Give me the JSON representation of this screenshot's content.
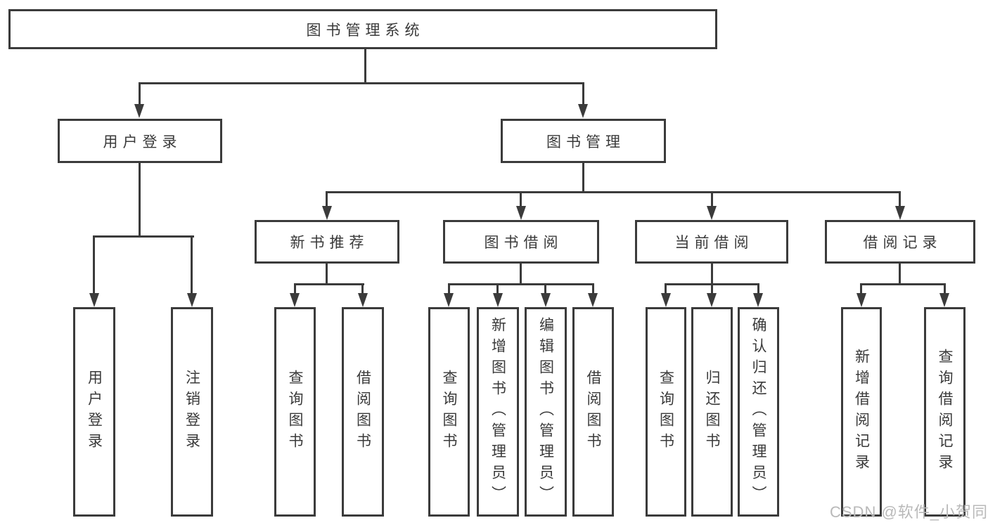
{
  "tree": {
    "root": {
      "label": "图书管理系统",
      "children": [
        {
          "label": "用户登录",
          "children": [
            {
              "label": "用户登录"
            },
            {
              "label": "注销登录"
            }
          ]
        },
        {
          "label": "图书管理",
          "children": [
            {
              "label": "新书推荐",
              "children": [
                {
                  "label": "查询图书"
                },
                {
                  "label": "借阅图书"
                }
              ]
            },
            {
              "label": "图书借阅",
              "children": [
                {
                  "label": "查询图书"
                },
                {
                  "label": "新增图书（管理员）"
                },
                {
                  "label": "编辑图书（管理员）"
                },
                {
                  "label": "借阅图书"
                }
              ]
            },
            {
              "label": "当前借阅",
              "children": [
                {
                  "label": "查询图书"
                },
                {
                  "label": "归还图书"
                },
                {
                  "label": "确认归还（管理员）"
                }
              ]
            },
            {
              "label": "借阅记录",
              "children": [
                {
                  "label": "新增借阅记录"
                },
                {
                  "label": "查询借阅记录"
                }
              ]
            }
          ]
        }
      ]
    }
  },
  "watermark": "CSDN @软件_小贺同学",
  "colors": {
    "line": "#3b3b3b",
    "text": "#3a3a3a",
    "watermark": "#b9b9b9",
    "background": "#ffffff"
  }
}
